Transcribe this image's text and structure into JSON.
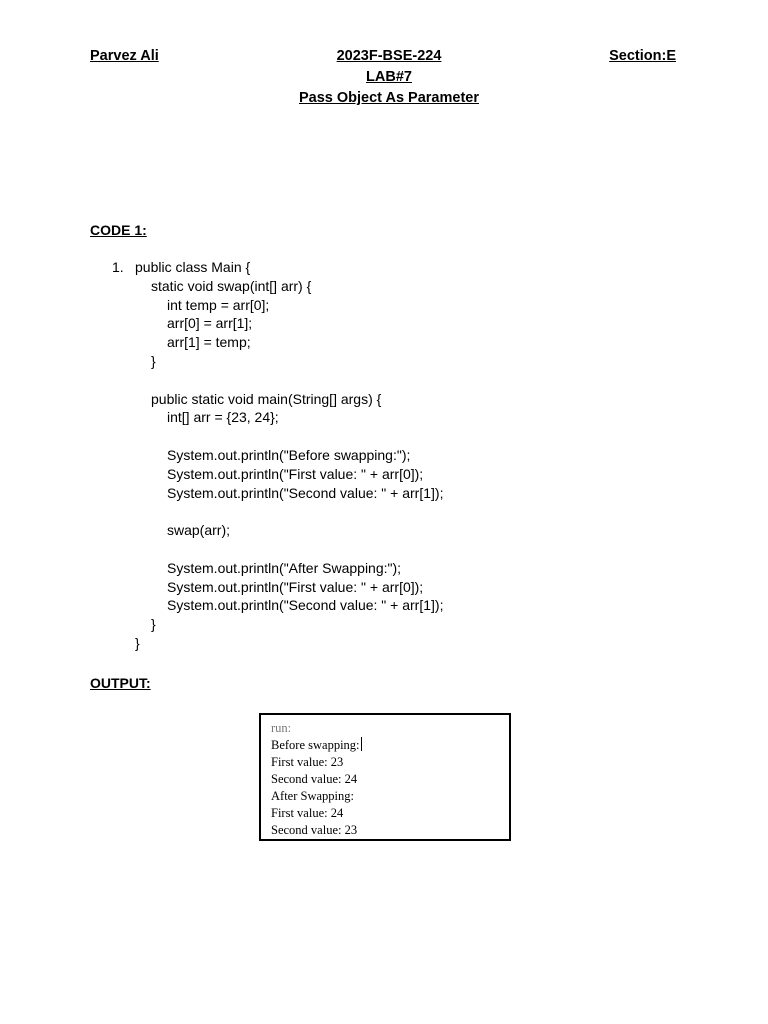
{
  "header": {
    "name": "Parvez Ali",
    "id": "2023F-BSE-224",
    "section": "Section:E",
    "lab": "LAB#7",
    "title": "Pass Object As Parameter"
  },
  "code_section": {
    "label": "CODE 1:",
    "list_number": "1.",
    "lines": [
      "public class Main {",
      "static void swap(int[] arr) {",
      "int temp = arr[0];",
      "arr[0] = arr[1];",
      "arr[1] = temp;",
      "}",
      "",
      "public static void main(String[] args) {",
      "int[] arr = {23, 24};",
      "",
      "System.out.println(\"Before swapping:\");",
      "System.out.println(\"First value: \" + arr[0]);",
      "System.out.println(\"Second value: \" + arr[1]);",
      "",
      "swap(arr);",
      "",
      "System.out.println(\"After Swapping:\");",
      "System.out.println(\"First value: \" + arr[0]);",
      "System.out.println(\"Second value: \" + arr[1]);",
      "}",
      "}"
    ]
  },
  "output_section": {
    "label": "OUTPUT:",
    "console_lines": [
      "run:",
      "Before swapping:",
      "First value: 23",
      "Second value: 24",
      "After Swapping:",
      "First value: 24",
      "Second value: 23"
    ]
  }
}
